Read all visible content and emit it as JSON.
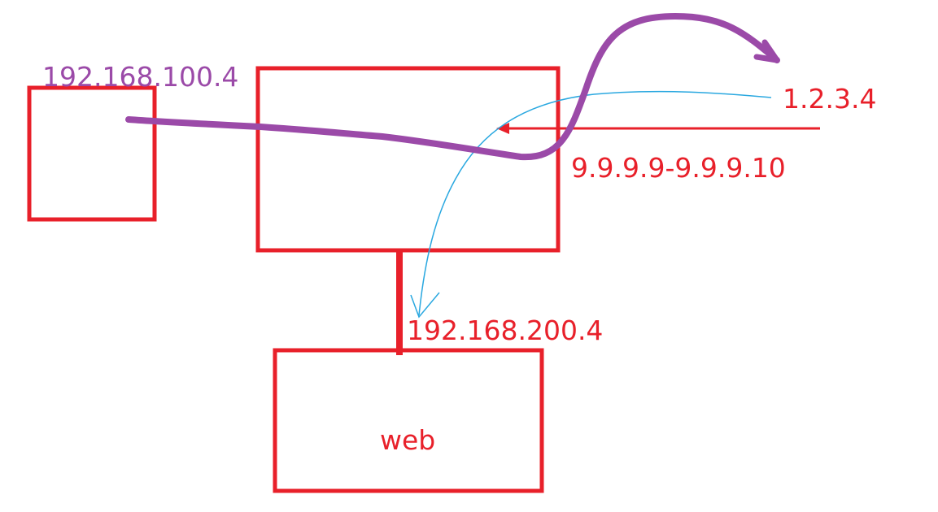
{
  "labels": {
    "left_host_ip": "192.168.100.4",
    "external_ip": "1.2.3.4",
    "public_pool": "9.9.9.9-9.9.9.10",
    "dmz_ip": "192.168.200.4",
    "web_server": "web"
  },
  "colors": {
    "box": "#e8202a",
    "text_red": "#e8202a",
    "text_purple": "#9b4aa8",
    "purple_path": "#9b4aa8",
    "blue_path": "#2aa8e0",
    "background": "#ffffff"
  }
}
